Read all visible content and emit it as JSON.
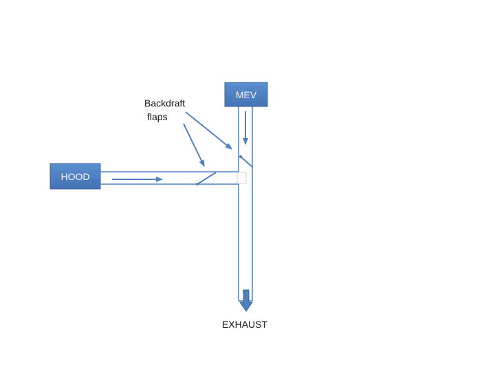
{
  "diagram": {
    "hood_label": "HOOD",
    "mev_label": "MEV",
    "exhaust_label": "EXHAUST",
    "annotation_line1": "Backdraft",
    "annotation_line2": "flaps"
  },
  "colors": {
    "box_fill": "#4f81bd",
    "box_border": "#3a6496",
    "duct_line": "#4f81bd",
    "arrow": "#4f81bd",
    "text": "#111111"
  }
}
